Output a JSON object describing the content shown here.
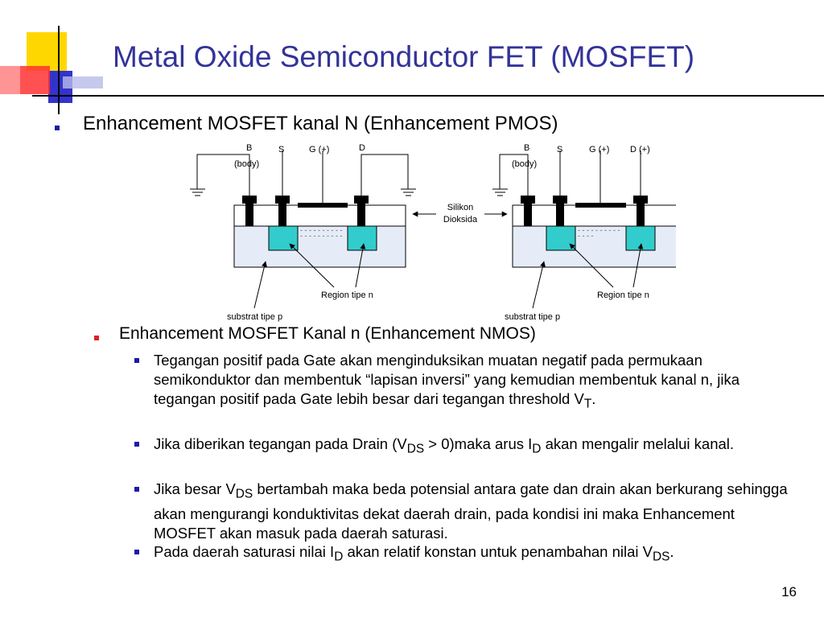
{
  "slide": {
    "title": "Metal Oxide Semiconductor FET (MOSFET)",
    "page_number": "16"
  },
  "bullet1": "Enhancement MOSFET kanal N (Enhancement PMOS)",
  "diagram": {
    "left": {
      "label_b": "B",
      "label_body": "(body)",
      "label_s": "S",
      "label_g": "G (+)",
      "label_d": "D",
      "region_label": "Region tipe n",
      "substrate_label": "substrat tipe p"
    },
    "right": {
      "label_b": "B",
      "label_body": "(body)",
      "label_s": "S",
      "label_g": "G (+)",
      "label_d": "D (+)",
      "region_label": "Region tipe n",
      "substrate_label": "substrat tipe p"
    },
    "oxide_label_1": "Silikon",
    "oxide_label_2": "Dioksida",
    "colors": {
      "n_region": "#33cccc",
      "substrate": "#e6ecf7",
      "metal": "#000000"
    }
  },
  "bullet2": "Enhancement MOSFET Kanal n (Enhancement NMOS)",
  "sub_bullets": {
    "b1": {
      "text_main": "Tegangan positif pada Gate akan menginduksikan muatan negatif pada permukaan semikonduktor dan membentuk “lapisan inversi”  yang kemudian membentuk kanal n, jika tegangan positif pada Gate lebih besar dari tegangan threshold V",
      "sub_t": "T",
      "end": "."
    },
    "b2": {
      "t1": "Jika diberikan tegangan pada Drain (V",
      "s1": "DS",
      "t2": " > 0)maka arus I",
      "s2": "D",
      "t3": " akan mengalir melalui kanal."
    },
    "b3": {
      "t1": "Jika besar V",
      "s1": "DS",
      "t2": " bertambah maka beda potensial antara gate dan drain akan berkurang sehingga akan mengurangi konduktivitas dekat daerah drain, pada kondisi ini maka Enhancement MOSFET akan masuk pada daerah saturasi."
    },
    "b4": {
      "t1": "Pada daerah saturasi nilai I",
      "s1": "D",
      "t2": " akan relatif konstan untuk penambahan nilai V",
      "s2": "DS",
      "t3": "."
    }
  }
}
